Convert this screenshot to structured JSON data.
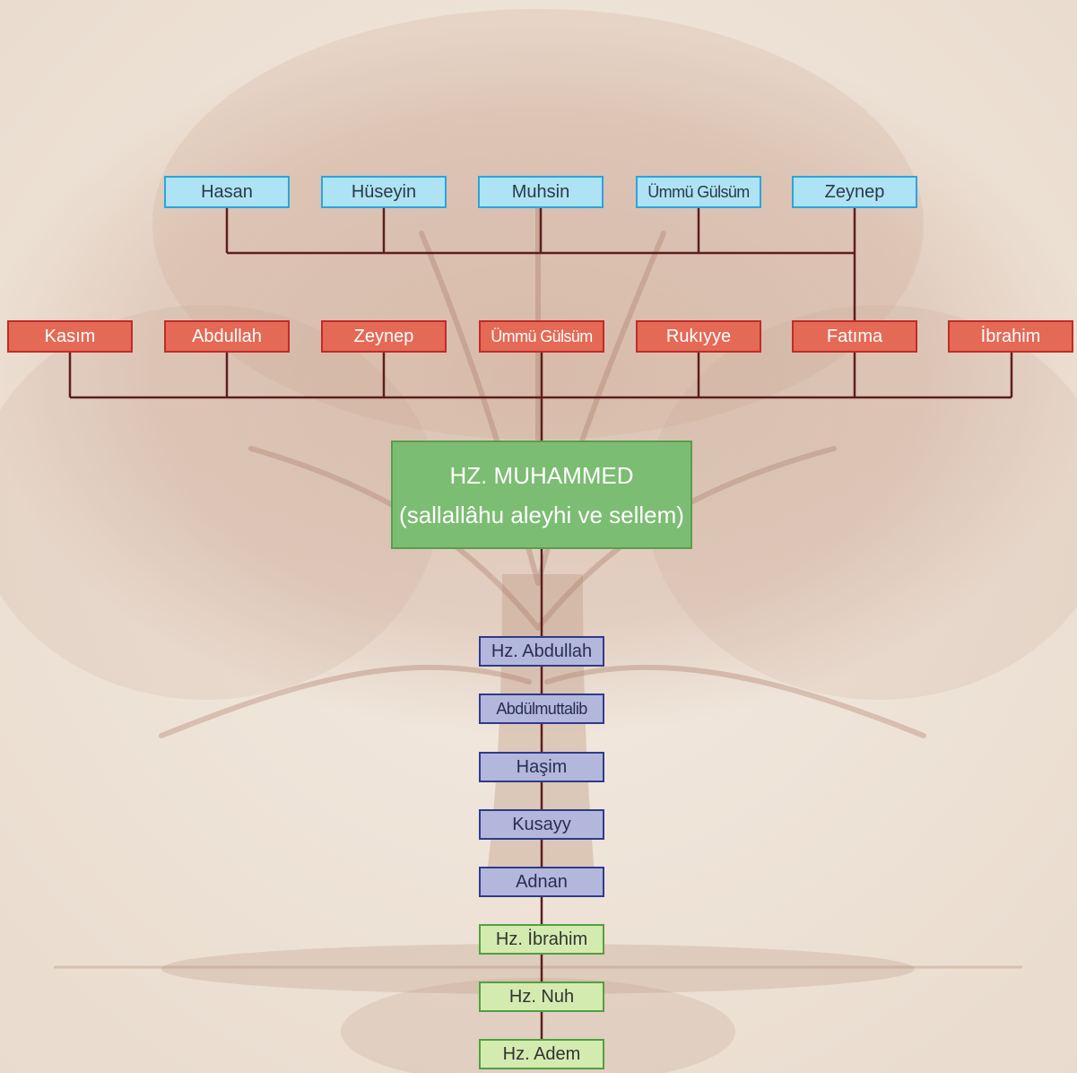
{
  "grandchildren": [
    "Hasan",
    "Hüseyin",
    "Muhsin",
    "Ümmü Gülsüm",
    "Zeynep"
  ],
  "children": [
    "Kasım",
    "Abdullah",
    "Zeynep",
    "Ümmü Gülsüm",
    "Rukıyye",
    "Fatıma",
    "İbrahim"
  ],
  "prophet": {
    "name": "HZ. MUHAMMED",
    "honorific": "(sallallâhu aleyhi ve sellem)"
  },
  "ancestors": [
    "Hz. Abdullah",
    "Abdülmuttalib",
    "Haşim",
    "Kusayy",
    "Adnan"
  ],
  "prophets": [
    "Hz. İbrahim",
    "Hz. Nuh",
    "Hz. Adem"
  ],
  "colors": {
    "line": "#5c1e1e",
    "grandchild_fill": "#aee2f5",
    "child_fill": "#e46a55",
    "prophet_fill": "#7bbd72",
    "ancestor_fill": "#b3b7dc",
    "early_prophet_fill": "#d4ebb0"
  }
}
